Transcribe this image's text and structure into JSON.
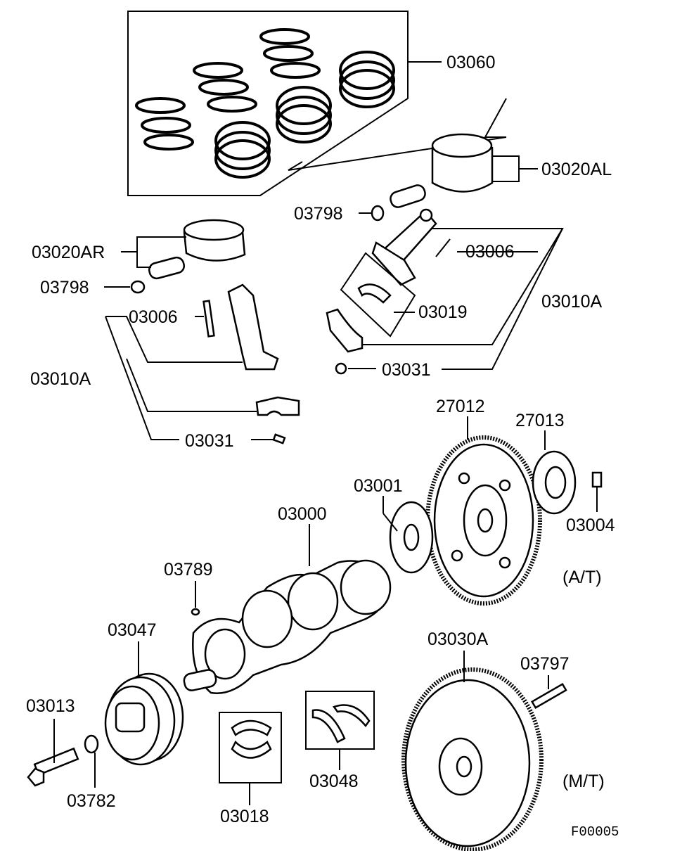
{
  "labels": {
    "piston_ring_set": "03060",
    "piston_left_bank": "03020AL",
    "snap_ring_upper": "03798",
    "piston_right_bank": "03020AR",
    "snap_ring_left": "03798",
    "rod_bolt_right": "03006",
    "rod_bearing_box": "03019",
    "conrod_assy_right": "03010A",
    "rod_bolt_left": "03006",
    "rod_nut_right": "03031",
    "conrod_assy_left": "03010A",
    "rod_nut_left": "03031",
    "drive_plate": "27012",
    "adapter_plate": "27013",
    "crank_adapter": "03001",
    "crankshaft": "03000",
    "drive_plate_bolt": "03004",
    "at_note": "(A/T)",
    "woodruff_key": "03789",
    "damper_pulley": "03047",
    "flywheel": "03030A",
    "flywheel_bolt": "03797",
    "pulley_bolt": "03013",
    "washer": "03782",
    "thrust_bearing": "03048",
    "main_bearing": "03018",
    "mt_note": "(M/T)",
    "figure_code": "F00005"
  }
}
